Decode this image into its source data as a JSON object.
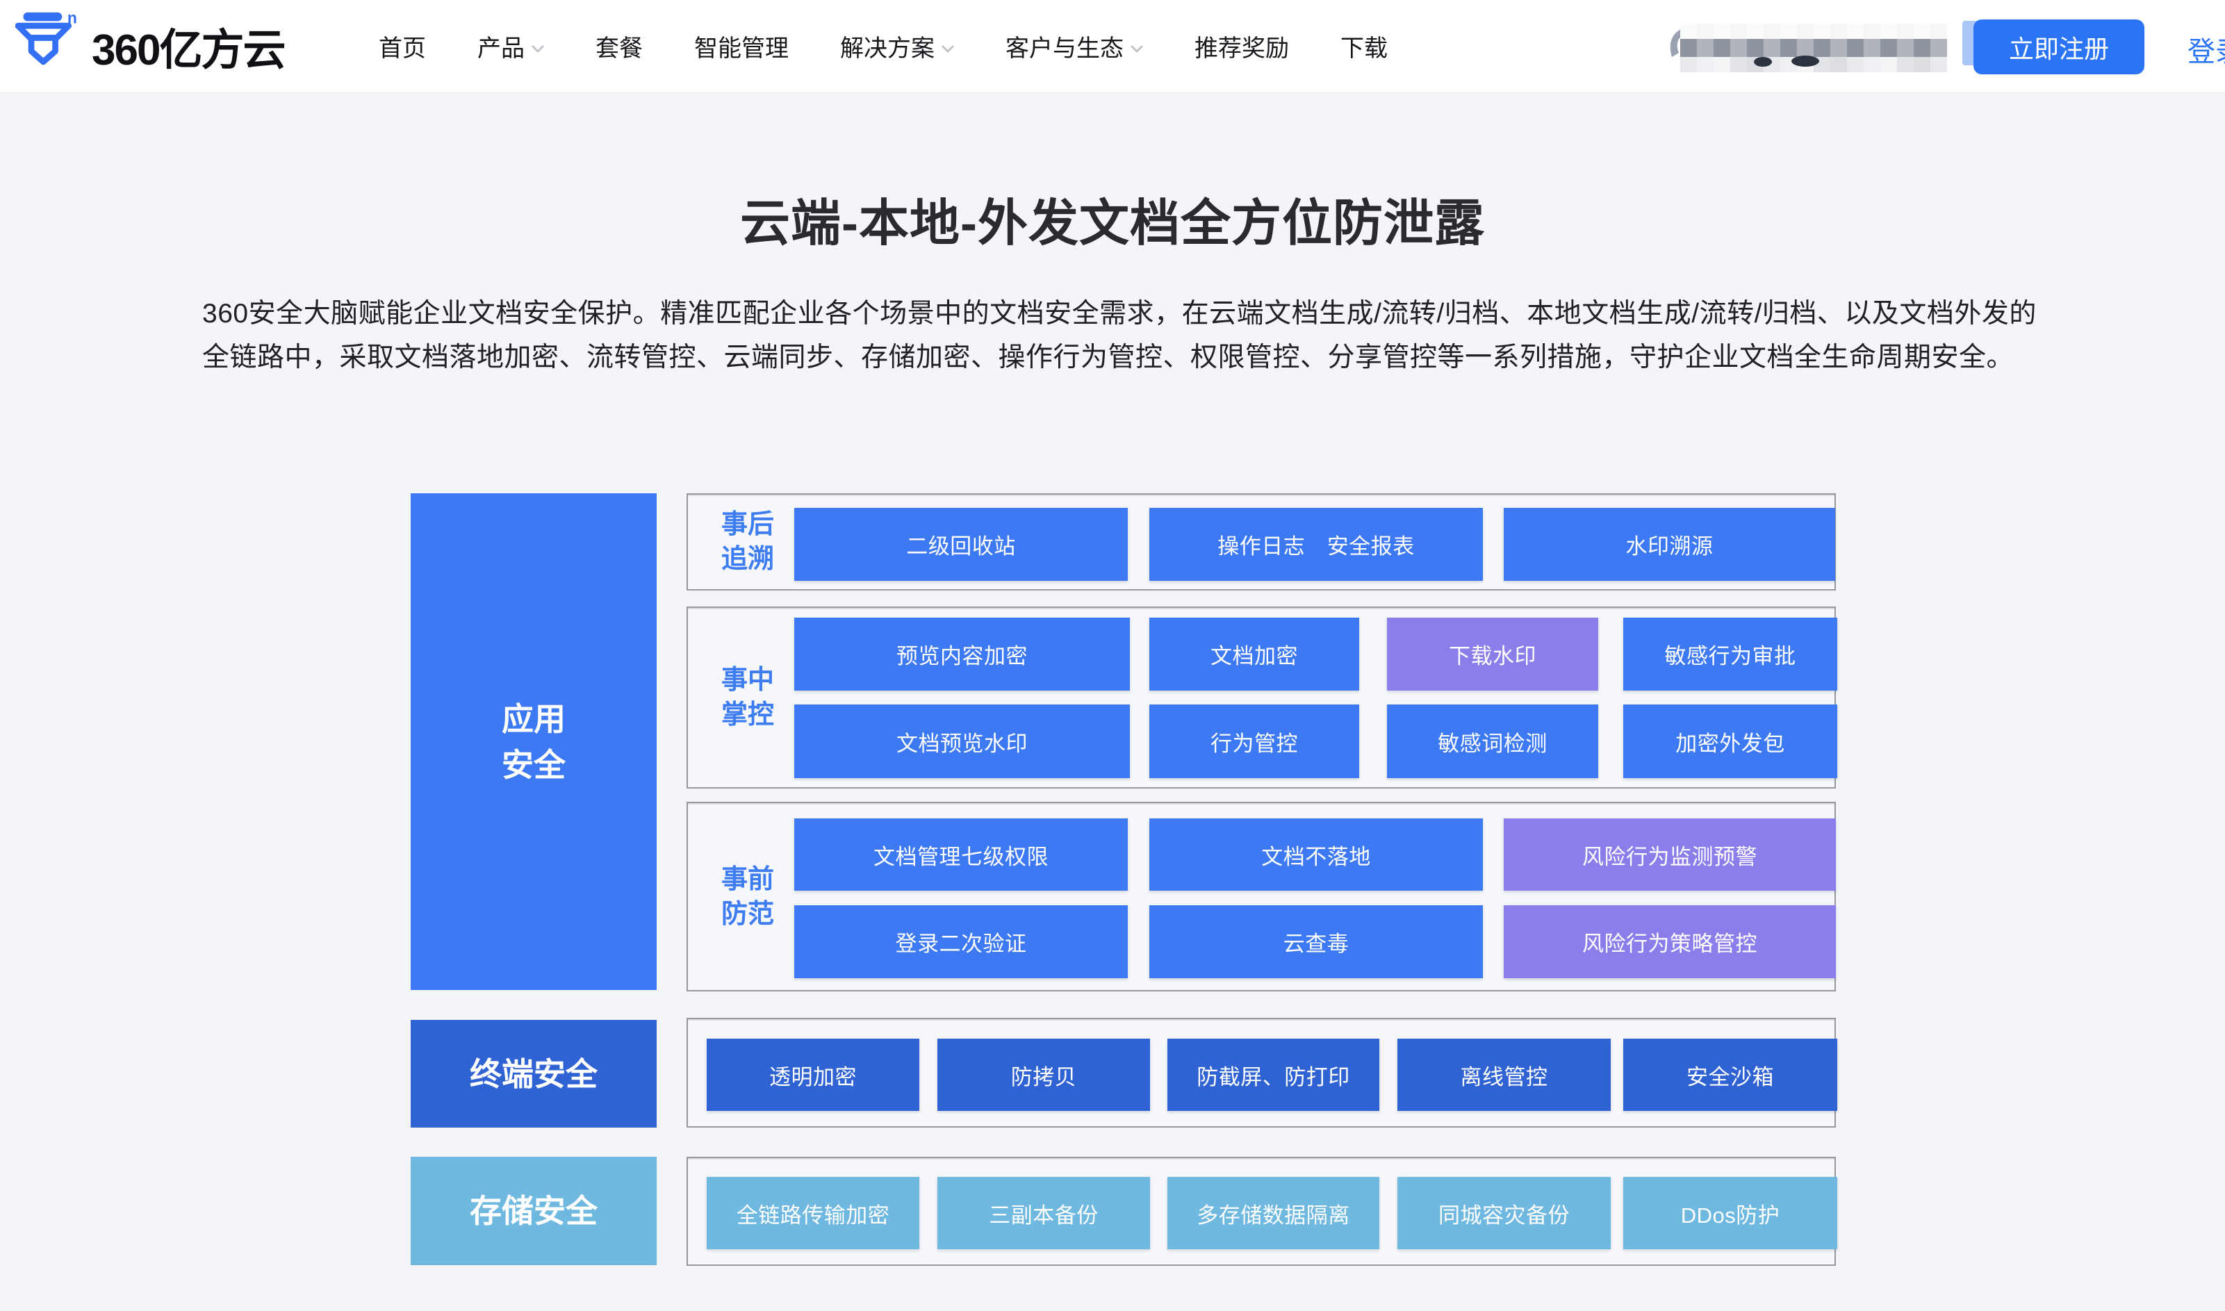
{
  "nav": {
    "logo": {
      "text": "360亿方云",
      "superscript": "n"
    },
    "items": [
      {
        "label": "首页",
        "dropdown": false
      },
      {
        "label": "产品",
        "dropdown": true
      },
      {
        "label": "套餐",
        "dropdown": false
      },
      {
        "label": "智能管理",
        "dropdown": false
      },
      {
        "label": "解决方案",
        "dropdown": true
      },
      {
        "label": "客户与生态",
        "dropdown": true
      },
      {
        "label": "推荐奖励",
        "dropdown": false
      },
      {
        "label": "下载",
        "dropdown": false
      }
    ],
    "register_label": "立即注册",
    "login_label": "登录"
  },
  "hero": {
    "title": "云端-本地-外发文档全方位防泄露",
    "description": "360安全大脑赋能企业文档安全保护。精准匹配企业各个场景中的文档安全需求，在云端文档生成/流转/归档、本地文档生成/流转/归档、以及文档外发的全链路中，采取文档落地加密、流转管控、云端同步、存储加密、操作行为管控、权限管控、分享管控等一系列措施，守护企业文档全生命周期安全。"
  },
  "diagram": {
    "colors": {
      "primary_blue": "#3c79f2",
      "purple": "#8c7eea",
      "dark_blue": "#2f63d3",
      "light_blue": "#6fb8e0",
      "label_blue": "#3e7cf2"
    },
    "categories": [
      {
        "label": "应用安全",
        "lines": [
          "应用",
          "安全"
        ],
        "color": "primary_blue"
      },
      {
        "label": "终端安全",
        "lines": [
          "终端安全"
        ],
        "color": "dark_blue"
      },
      {
        "label": "存储安全",
        "lines": [
          "存储安全"
        ],
        "color": "light_blue"
      }
    ],
    "groups": [
      {
        "stage_label": "事后追溯",
        "stage_lines": [
          "事后",
          "追溯"
        ],
        "rows": [
          [
            {
              "label": "二级回收站",
              "color": "primary_blue"
            },
            {
              "label": "操作日志　安全报表",
              "color": "primary_blue"
            },
            {
              "label": "水印溯源",
              "color": "primary_blue"
            }
          ]
        ]
      },
      {
        "stage_label": "事中掌控",
        "stage_lines": [
          "事中",
          "掌控"
        ],
        "rows": [
          [
            {
              "label": "预览内容加密",
              "color": "primary_blue"
            },
            {
              "label": "文档加密",
              "color": "primary_blue"
            },
            {
              "label": "下载水印",
              "color": "purple"
            },
            {
              "label": "敏感行为审批",
              "color": "primary_blue"
            }
          ],
          [
            {
              "label": "文档预览水印",
              "color": "primary_blue"
            },
            {
              "label": "行为管控",
              "color": "primary_blue"
            },
            {
              "label": "敏感词检测",
              "color": "primary_blue"
            },
            {
              "label": "加密外发包",
              "color": "primary_blue"
            }
          ]
        ]
      },
      {
        "stage_label": "事前防范",
        "stage_lines": [
          "事前",
          "防范"
        ],
        "rows": [
          [
            {
              "label": "文档管理七级权限",
              "color": "primary_blue"
            },
            {
              "label": "文档不落地",
              "color": "primary_blue"
            },
            {
              "label": "风险行为监测预警",
              "color": "purple"
            }
          ],
          [
            {
              "label": "登录二次验证",
              "color": "primary_blue"
            },
            {
              "label": "云查毒",
              "color": "primary_blue"
            },
            {
              "label": "风险行为策略管控",
              "color": "purple"
            }
          ]
        ]
      },
      {
        "stage_label": null,
        "stage_lines": null,
        "rows": [
          [
            {
              "label": "透明加密",
              "color": "dark_blue"
            },
            {
              "label": "防拷贝",
              "color": "dark_blue"
            },
            {
              "label": "防截屏、防打印",
              "color": "dark_blue"
            },
            {
              "label": "离线管控",
              "color": "dark_blue"
            },
            {
              "label": "安全沙箱",
              "color": "dark_blue"
            }
          ]
        ]
      },
      {
        "stage_label": null,
        "stage_lines": null,
        "rows": [
          [
            {
              "label": "全链路传输加密",
              "color": "light_blue"
            },
            {
              "label": "三副本备份",
              "color": "light_blue"
            },
            {
              "label": "多存储数据隔离",
              "color": "light_blue"
            },
            {
              "label": "同城容灾备份",
              "color": "light_blue"
            },
            {
              "label": "DDos防护",
              "color": "light_blue"
            }
          ]
        ]
      }
    ]
  }
}
